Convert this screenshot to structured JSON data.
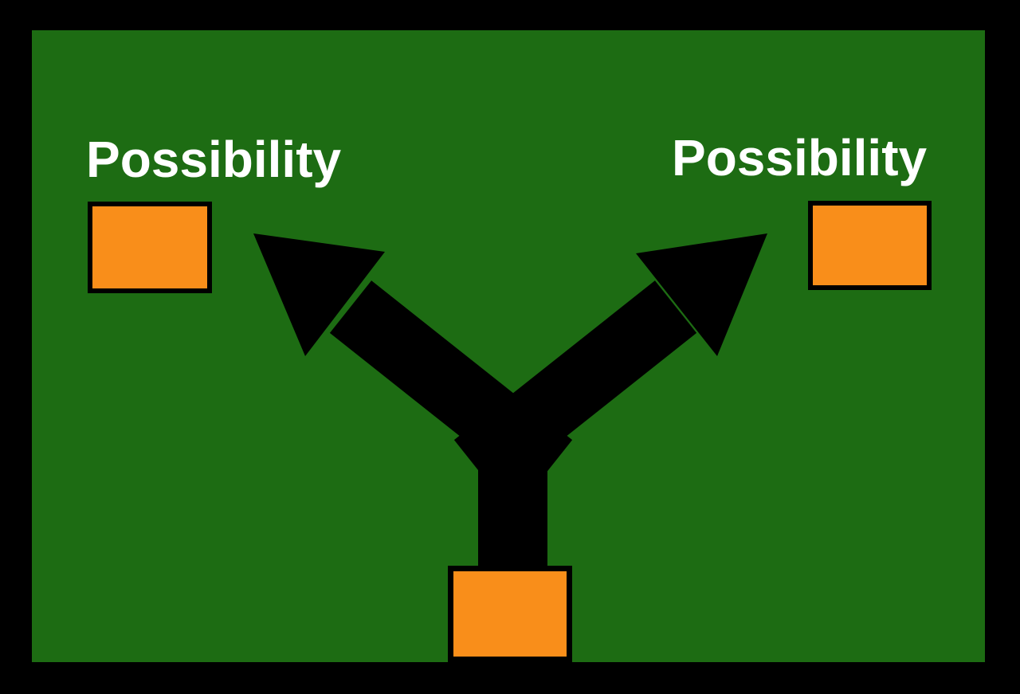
{
  "colors": {
    "frame": "#000000",
    "field": "#1d6c13",
    "box": "#f98e1a",
    "box-border": "#000000",
    "arrow": "#000000",
    "text": "#ffffff"
  },
  "labels": {
    "left": "Possibility",
    "right": "Possibility"
  },
  "diagram": {
    "nodes": [
      {
        "id": "start-box",
        "label": "",
        "position": "bottom-center"
      },
      {
        "id": "left-option-box",
        "label": "Possibility",
        "position": "top-left"
      },
      {
        "id": "right-option-box",
        "label": "Possibility",
        "position": "top-right"
      }
    ],
    "edges": [
      {
        "from": "start-box",
        "to": "left-option-box",
        "style": "thick-black-arrow"
      },
      {
        "from": "start-box",
        "to": "right-option-box",
        "style": "thick-black-arrow"
      }
    ]
  }
}
